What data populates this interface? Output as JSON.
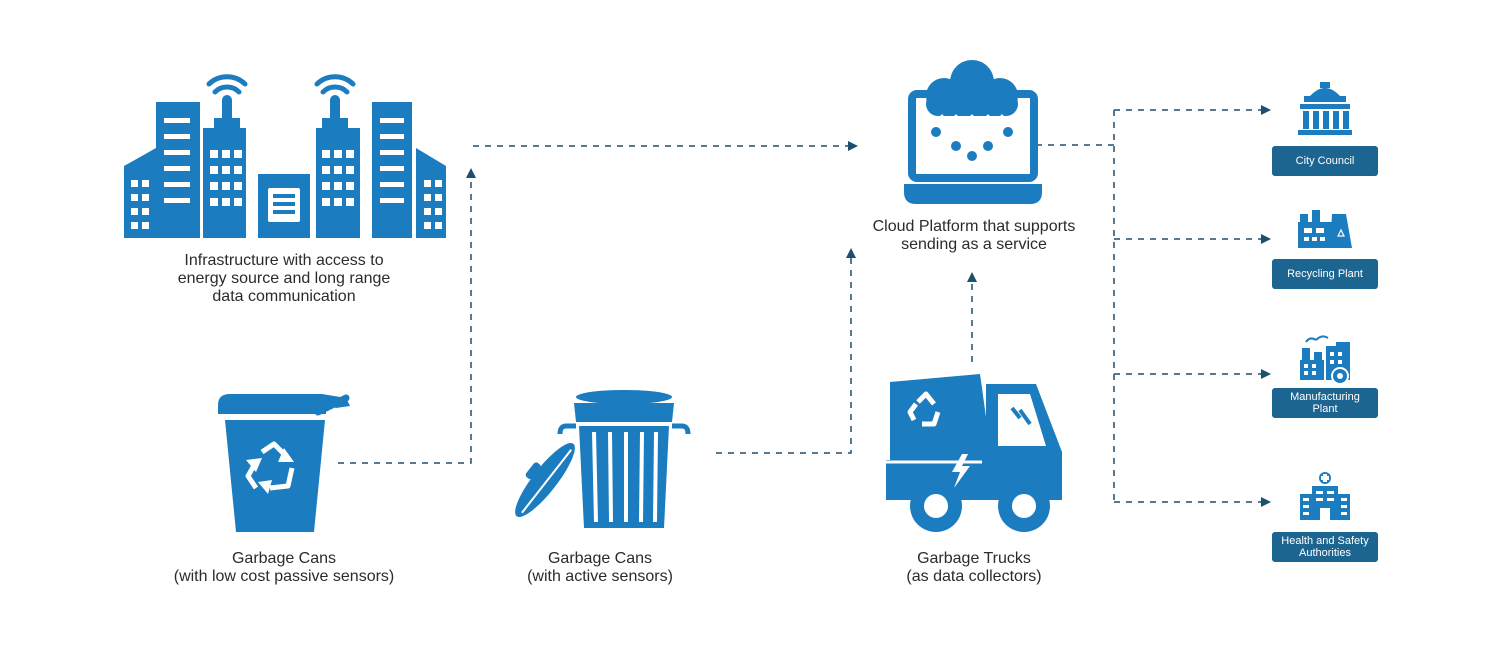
{
  "nodes": {
    "infrastructure": {
      "lines": [
        "Infrastructure with access to",
        "energy source and long range",
        "data communication"
      ],
      "icon": "city-buildings-icon"
    },
    "cloud": {
      "lines": [
        "Cloud Platform that supports",
        "sending as a service"
      ],
      "icon": "cloud-laptop-icon"
    },
    "passive_cans": {
      "lines": [
        "Garbage Cans",
        "(with low cost passive sensors)"
      ],
      "icon": "recycle-bin-icon"
    },
    "active_cans": {
      "lines": [
        "Garbage Cans",
        "(with active sensors)"
      ],
      "icon": "trash-can-icon"
    },
    "trucks": {
      "lines": [
        "Garbage Trucks",
        "(as data collectors)"
      ],
      "icon": "garbage-truck-icon"
    }
  },
  "destinations": [
    {
      "lines": [
        "City Council"
      ],
      "icon": "city-hall-icon"
    },
    {
      "lines": [
        "Recycling Plant"
      ],
      "icon": "recycling-plant-icon"
    },
    {
      "lines": [
        "Manufacturing",
        "Plant"
      ],
      "icon": "factory-icon"
    },
    {
      "lines": [
        "Health and Safety",
        "Authorities"
      ],
      "icon": "hospital-icon"
    }
  ],
  "colors": {
    "icon": "#1b7cc0",
    "arrow": "#1d4f6e",
    "badge": "#1c6590",
    "text": "#2b2b2b"
  }
}
